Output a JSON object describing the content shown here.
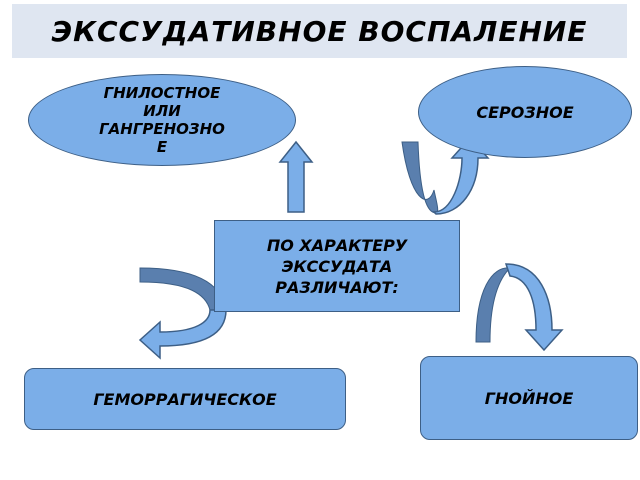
{
  "title": "ЭКССУДАТИВНОЕ  ВОСПАЛЕНИЕ",
  "center": {
    "lines": [
      "ПО ХАРАКТЕРУ",
      "ЭКССУДАТА",
      "РАЗЛИЧАЮТ:"
    ]
  },
  "nodes": {
    "putrid": {
      "lines": [
        "ГНИЛОСТНОЕ",
        "ИЛИ",
        "ГАНГРЕНОЗНО",
        "Е"
      ]
    },
    "serous": {
      "label": "СЕРОЗНОЕ"
    },
    "hemorrhagic": {
      "label": "ГЕМОРРАГИЧЕСКОЕ"
    },
    "purulent": {
      "label": "ГНОЙНОЕ"
    }
  },
  "colors": {
    "node_fill": "#7baee8",
    "node_border": "#3d5f86",
    "arrow_light": "#7baee8",
    "arrow_dark": "#5a7fae",
    "title_bg": "#dfe6f1"
  }
}
